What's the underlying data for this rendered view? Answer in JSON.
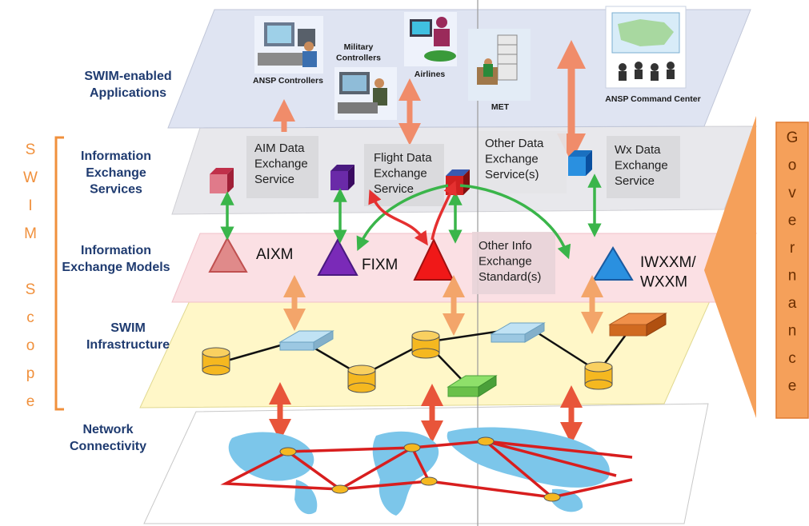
{
  "layers": {
    "applications": "SWIM-enabled\nApplications",
    "services": "Information\nExchange\nServices",
    "models": "Information\nExchange Models",
    "infrastructure": "SWIM\nInfrastructure",
    "network": "Network\nConnectivity"
  },
  "apps": {
    "ansp_controllers": "ANSP Controllers",
    "military": "Military\nControllers",
    "airlines": "Airlines",
    "met": "MET",
    "command_center": "ANSP Command Center"
  },
  "services": {
    "aim": "AIM Data\nExchange\nService",
    "flight": "Flight Data\nExchange\nService",
    "other": "Other Data\nExchange\nService(s)",
    "wx": "Wx Data\nExchange\nService"
  },
  "models": {
    "aixm": "AIXM",
    "fixm": "FIXM",
    "other_std": "Other Info\nExchange\nStandard(s)",
    "iwxxm": "IWXXM/\nWXXM"
  },
  "scope": {
    "letters": [
      "S",
      "W",
      "I",
      "M",
      "",
      "S",
      "c",
      "o",
      "p",
      "e"
    ]
  },
  "governance": {
    "letters": [
      "G",
      "o",
      "v",
      "e",
      "r",
      "n",
      "a",
      "n",
      "c",
      "e"
    ]
  },
  "colors": {
    "scope_orange": "#f0903c",
    "governance_fill": "#f5a05a",
    "arrow_green": "#3ab54a",
    "arrow_red": "#e53030",
    "arrow_salmon": "#f08c6a",
    "layer_label": "#1f3b70"
  }
}
